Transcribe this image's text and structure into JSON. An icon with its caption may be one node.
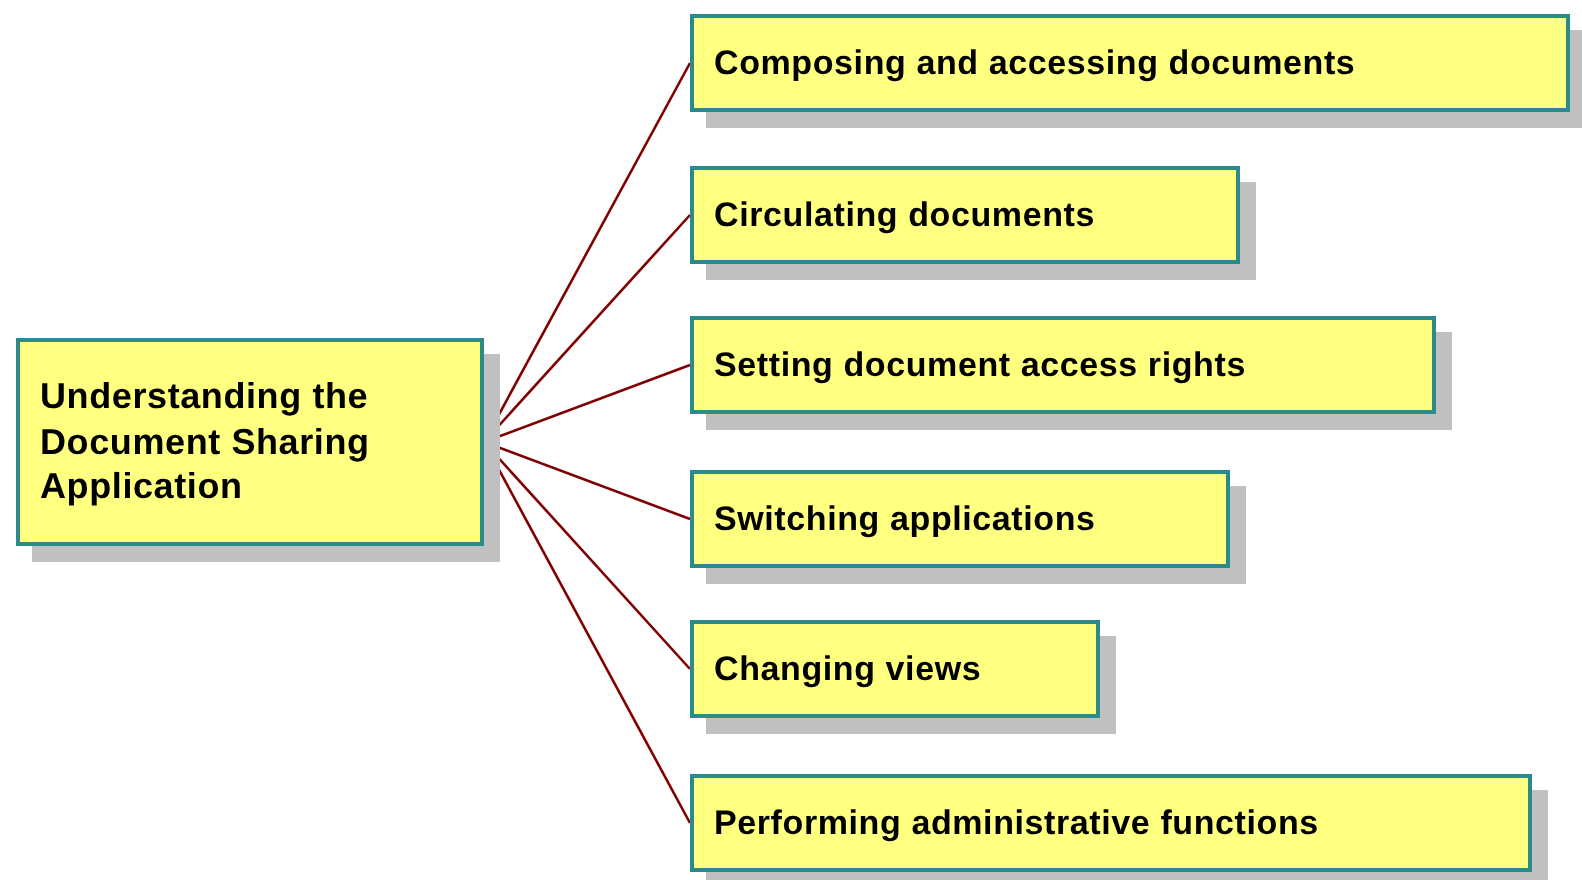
{
  "diagram": {
    "nodes": [
      {
        "text": [
          "Understanding the Document Sharing Application"
        ]
      },
      {
        "text": [
          "Composing and accessing documents"
        ]
      },
      {
        "text": [
          "Circulating documents"
        ]
      },
      {
        "text": [
          "Setting document access rights"
        ]
      },
      {
        "text": [
          "Switching applications"
        ]
      },
      {
        "text": [
          "Changing views"
        ]
      },
      {
        "text": [
          "Performing administrative functions"
        ]
      }
    ],
    "edges": [
      {
        "from": 0,
        "to": 1,
        "arrow": "none"
      },
      {
        "from": 0,
        "to": 2,
        "arrow": "none"
      },
      {
        "from": 0,
        "to": 3,
        "arrow": "none"
      },
      {
        "from": 0,
        "to": 4,
        "arrow": "none"
      },
      {
        "from": 0,
        "to": 5,
        "arrow": "none"
      },
      {
        "from": 0,
        "to": 6,
        "arrow": "none"
      }
    ]
  }
}
